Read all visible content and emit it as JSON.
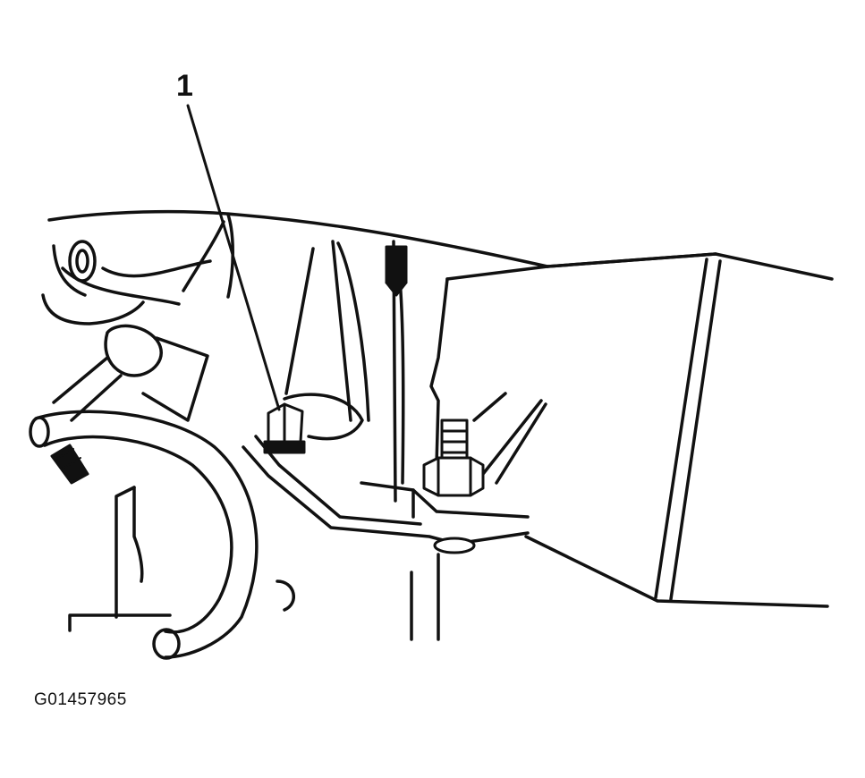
{
  "callouts": [
    {
      "label": "1",
      "target": "bracket-bolt"
    }
  ],
  "figure_id": "G01457965"
}
